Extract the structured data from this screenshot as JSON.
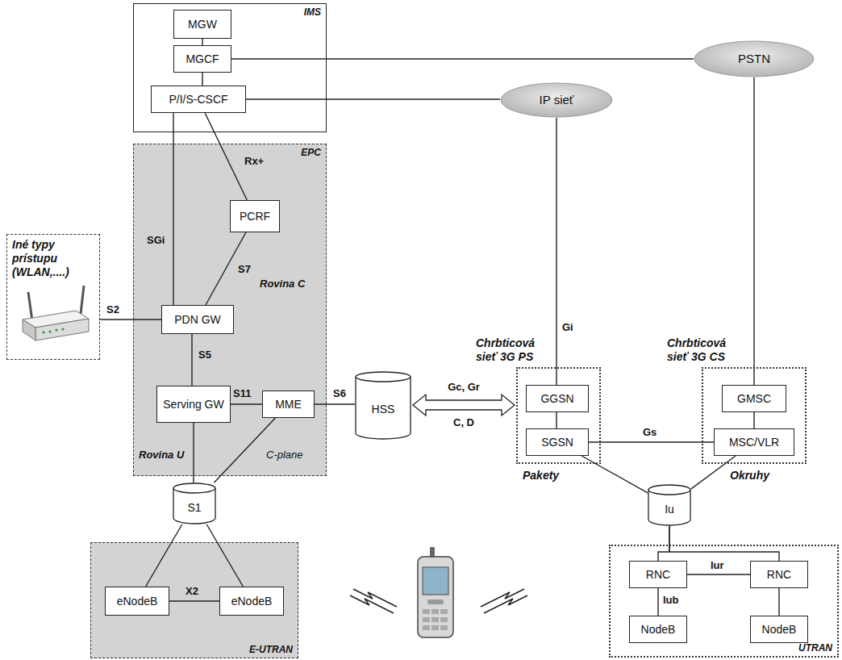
{
  "diagram": {
    "nodes": [
      {
        "text": [
          "IMS"
        ]
      },
      {
        "text": [
          "MGW"
        ],
        "in": 0
      },
      {
        "text": [
          "MGCF"
        ],
        "in": 0
      },
      {
        "text": [
          "P/I/S-CSCF"
        ],
        "in": 0
      },
      {
        "text": [
          "PSTN"
        ]
      },
      {
        "text": [
          "IP sieť"
        ]
      },
      {
        "text": [
          "EPC"
        ]
      },
      {
        "text": [
          "PCRF"
        ],
        "in": 6
      },
      {
        "text": [
          "Iné typy prístupu (WLAN,....)"
        ]
      },
      {
        "text": [
          "PDN GW"
        ],
        "in": 6
      },
      {
        "text": [
          "Serving GW"
        ],
        "in": 6
      },
      {
        "text": [
          "MME"
        ],
        "in": 6
      },
      {
        "text": [
          "HSS"
        ]
      },
      {
        "text": [
          "Chrbticová sieť 3G PS"
        ]
      },
      {
        "text": [
          "GGSN"
        ],
        "in": 13
      },
      {
        "text": [
          "SGSN"
        ],
        "in": 13
      },
      {
        "text": [
          "Chrbticová sieť 3G CS"
        ]
      },
      {
        "text": [
          "GMSC"
        ],
        "in": 16
      },
      {
        "text": [
          "MSC/VLR"
        ],
        "in": 16
      },
      {
        "text": [
          "S1"
        ]
      },
      {
        "text": [
          "Iu"
        ]
      },
      {
        "text": [
          "E-UTRAN"
        ]
      },
      {
        "text": [
          "eNodeB"
        ],
        "in": 21
      },
      {
        "text": [
          "eNodeB"
        ],
        "in": 21
      },
      {
        "text": [
          "UTRAN"
        ]
      },
      {
        "text": [
          "RNC"
        ],
        "in": 24
      },
      {
        "text": [
          "RNC"
        ],
        "in": 24
      },
      {
        "text": [
          "NodeB"
        ],
        "in": 24
      },
      {
        "text": [
          "NodeB"
        ],
        "in": 24
      }
    ],
    "edges": [
      {
        "from": 1,
        "to": 2,
        "arrow": "none"
      },
      {
        "from": 2,
        "to": 3,
        "arrow": "none"
      },
      {
        "from": 2,
        "to": 4,
        "arrow": "none"
      },
      {
        "from": 3,
        "to": 5,
        "arrow": "none"
      },
      {
        "from": 3,
        "to": 9,
        "label": "SGi",
        "arrow": "none"
      },
      {
        "from": 3,
        "to": 7,
        "label": "Rx+",
        "arrow": "none"
      },
      {
        "from": 7,
        "to": 9,
        "label": "S7",
        "arrow": "none"
      },
      {
        "from": 8,
        "to": 9,
        "label": "S2",
        "arrow": "none"
      },
      {
        "from": 9,
        "to": 10,
        "label": "S5",
        "arrow": "none"
      },
      {
        "from": 10,
        "to": 11,
        "label": "S11",
        "arrow": "none"
      },
      {
        "from": 11,
        "to": 12,
        "label": "S6",
        "arrow": "none"
      },
      {
        "from": 12,
        "to": 13,
        "label": "Gc, Gr C, D",
        "arrow": "both"
      },
      {
        "from": 5,
        "to": 14,
        "label": "Gi",
        "arrow": "none"
      },
      {
        "from": 4,
        "to": 17,
        "arrow": "none"
      },
      {
        "from": 14,
        "to": 15,
        "arrow": "none"
      },
      {
        "from": 17,
        "to": 18,
        "arrow": "none"
      },
      {
        "from": 15,
        "to": 18,
        "label": "Gs",
        "arrow": "none"
      },
      {
        "from": 10,
        "to": 19,
        "arrow": "none"
      },
      {
        "from": 11,
        "to": 19,
        "arrow": "none"
      },
      {
        "from": 19,
        "to": 22,
        "arrow": "none"
      },
      {
        "from": 19,
        "to": 23,
        "arrow": "none"
      },
      {
        "from": 22,
        "to": 23,
        "label": "X2",
        "arrow": "none"
      },
      {
        "from": 15,
        "to": 20,
        "arrow": "none"
      },
      {
        "from": 18,
        "to": 20,
        "arrow": "none"
      },
      {
        "from": 20,
        "to": 25,
        "arrow": "none"
      },
      {
        "from": 20,
        "to": 26,
        "arrow": "none"
      },
      {
        "from": 25,
        "to": 26,
        "label": "Iur",
        "arrow": "none"
      },
      {
        "from": 25,
        "to": 27,
        "label": "Iub",
        "arrow": "none"
      },
      {
        "from": 26,
        "to": 28,
        "arrow": "none"
      }
    ],
    "labels": [
      "Rovina C",
      "Rovina U",
      "C-plane",
      "Pakety",
      "Okruhy"
    ]
  }
}
